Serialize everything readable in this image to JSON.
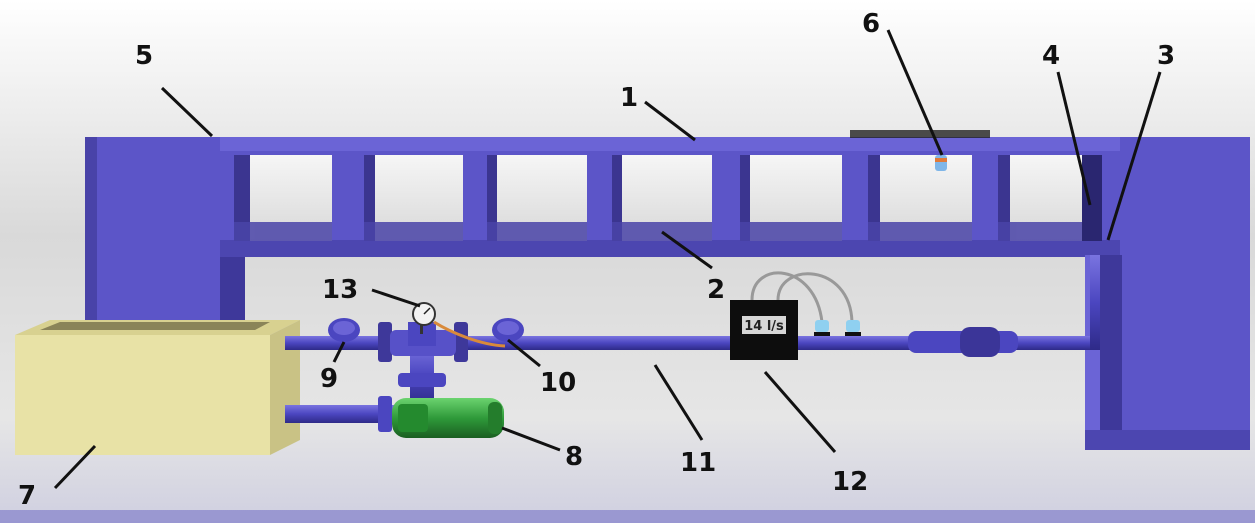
{
  "labels": [
    {
      "id": "1",
      "text": "1"
    },
    {
      "id": "2",
      "text": "2"
    },
    {
      "id": "3",
      "text": "3"
    },
    {
      "id": "4",
      "text": "4"
    },
    {
      "id": "5",
      "text": "5"
    },
    {
      "id": "6",
      "text": "6"
    },
    {
      "id": "7",
      "text": "7"
    },
    {
      "id": "8",
      "text": "8"
    },
    {
      "id": "9",
      "text": "9"
    },
    {
      "id": "10",
      "text": "10"
    },
    {
      "id": "11",
      "text": "11"
    },
    {
      "id": "12",
      "text": "12"
    },
    {
      "id": "13",
      "text": "13"
    }
  ],
  "flow_meter": {
    "reading": "14 l/s"
  },
  "colors": {
    "flume": "#5c55c8",
    "flume_dark": "#3e389a",
    "tank": "#e8e2a6",
    "pump": "#2f9a3a",
    "pipe": "#4b46c0",
    "meter": "#0d0d0d"
  }
}
